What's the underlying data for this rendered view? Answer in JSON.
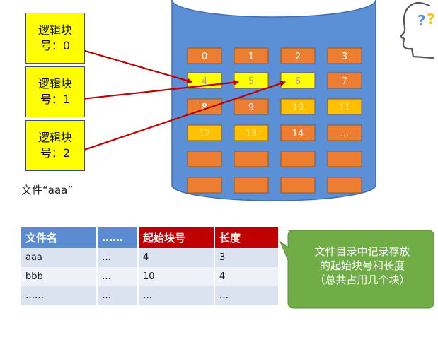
{
  "logical_blocks": [
    {
      "line1": "逻辑块",
      "line2": "号：0"
    },
    {
      "line1": "逻辑块",
      "line2": "号：1"
    },
    {
      "line1": "逻辑块",
      "line2": "号：2"
    }
  ],
  "file_label": "文件“aaa”",
  "disk_blocks": [
    [
      {
        "label": "0",
        "state": "free"
      },
      {
        "label": "1",
        "state": "free"
      },
      {
        "label": "2",
        "state": "free"
      },
      {
        "label": "3",
        "state": "free"
      }
    ],
    [
      {
        "label": "4",
        "state": "file"
      },
      {
        "label": "5",
        "state": "file"
      },
      {
        "label": "6",
        "state": "file"
      },
      {
        "label": "7",
        "state": "free"
      }
    ],
    [
      {
        "label": "8",
        "state": "free"
      },
      {
        "label": "9",
        "state": "free"
      },
      {
        "label": "10",
        "state": "used"
      },
      {
        "label": "11",
        "state": "used"
      }
    ],
    [
      {
        "label": "12",
        "state": "used"
      },
      {
        "label": "13",
        "state": "used"
      },
      {
        "label": "14",
        "state": "free"
      },
      {
        "label": "…",
        "state": "free"
      }
    ],
    [
      {
        "label": "",
        "state": "free"
      },
      {
        "label": "",
        "state": "free"
      },
      {
        "label": "",
        "state": "free"
      },
      {
        "label": "",
        "state": "free"
      }
    ],
    [
      {
        "label": "",
        "state": "free"
      },
      {
        "label": "",
        "state": "free"
      },
      {
        "label": "",
        "state": "free"
      },
      {
        "label": "",
        "state": "free"
      }
    ]
  ],
  "mapping": [
    {
      "from": 0,
      "to": 4
    },
    {
      "from": 1,
      "to": 5
    },
    {
      "from": 2,
      "to": 6
    }
  ],
  "table": {
    "headers": [
      "文件名",
      "……",
      "起始块号",
      "长度"
    ],
    "rows": [
      [
        "aaa",
        "…",
        "4",
        "3"
      ],
      [
        "bbb",
        "…",
        "10",
        "4"
      ],
      [
        "……",
        "…",
        "…",
        "…"
      ]
    ]
  },
  "callout": {
    "line1": "文件目录中记录存放",
    "line2": "的起始块号和长度",
    "line3": "（总共占用几个块）"
  },
  "colors": {
    "disk_body": "#5b8fd6",
    "free_block": "#ed7d31",
    "file_block": "#ffff00",
    "used_block": "#ffc000",
    "arrow": "#c00000",
    "callout": "#70ad47"
  },
  "icons": {
    "corner": "thinking-head-icon"
  }
}
